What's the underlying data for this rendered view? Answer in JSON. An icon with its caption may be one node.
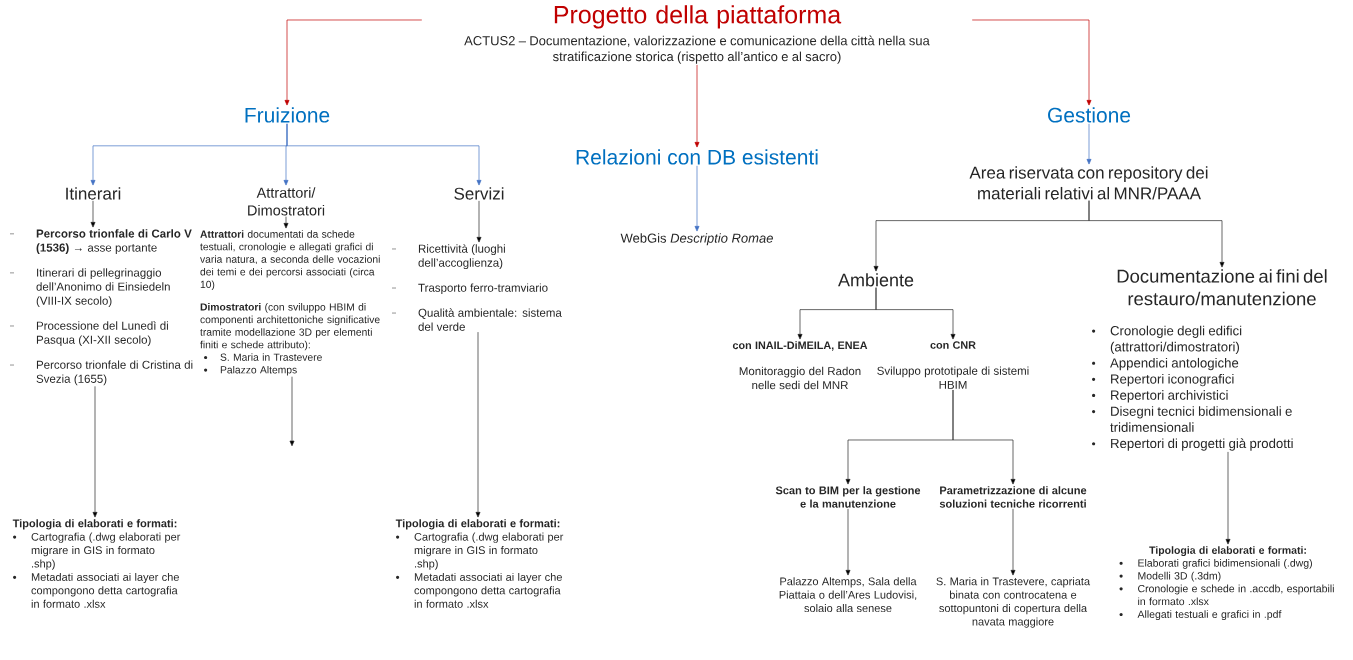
{
  "diagram": {
    "nodes": [
      {
        "text": [
          "Progetto della piattaforma",
          "ACTUS2 – Documentazione, valorizzazione e comunicazione della città nella sua stratificazione storica (rispetto all’antico e al sacro)"
        ]
      },
      {
        "text": [
          "Fruizione"
        ]
      },
      {
        "text": [
          "Relazioni con DB esistenti"
        ]
      },
      {
        "text": [
          "Gestione"
        ]
      },
      {
        "text": [
          "Itinerari"
        ]
      },
      {
        "text": [
          "Attrattori/ Dimostratori"
        ]
      },
      {
        "text": [
          "Servizi"
        ]
      },
      {
        "text": [
          "**Percorso trionfale di Carlo V (1536)** → asse portante",
          "Itinerari di pellegrinaggio dell’Anonimo di Einsiedeln (VIII-IX secolo)",
          "Processione del Lunedì di Pasqua (XI-XII secolo)",
          "Percorso trionfale di Cristina di Svezia (1655)"
        ]
      },
      {
        "text": [
          "**Attrattori** documentati da schede testuali, cronologie e allegati grafici di varia natura, a seconda delle vocazioni dei temi e dei percorsi associati (circa 10)",
          "**Dimostratori** (con sviluppo HBIM di componenti architettoniche significative tramite modellazione 3D per elementi finiti e schede attributo):",
          "S. Maria in Trastevere",
          "Palazzo Altemps"
        ]
      },
      {
        "text": [
          "Ricettività (luoghi dell’accoglienza)",
          "Trasporto ferro-tramviario",
          "Qualità ambientale: sistema del verde"
        ]
      },
      {
        "text": [
          "Tipologia di elaborati e formati:",
          "Cartografia (.dwg elaborati per migrare in GIS in formato .shp)",
          "Metadati associati ai layer che compongono detta cartografia in formato .xlsx"
        ]
      },
      {
        "text": [
          "Tipologia di elaborati e formati:",
          "Cartografia (.dwg elaborati per migrare in GIS in formato .shp)",
          "Metadati associati ai layer che compongono detta cartografia in formato .xlsx"
        ]
      },
      {
        "text": [
          "WebGis *Descriptio Romae*"
        ]
      },
      {
        "text": [
          "Area riservata con repository dei materiali relativi al MNR/PAAA"
        ]
      },
      {
        "text": [
          "Ambiente"
        ]
      },
      {
        "text": [
          "Documentazione ai fini del restauro/manutenzione",
          "Cronologie degli edifici (attrattori/dimostratori)",
          "Appendici antologiche",
          "Repertori iconografici",
          "Repertori archivistici",
          "Disegni tecnici bidimensionali e tridimensionali",
          "Repertori di progetti già prodotti"
        ]
      },
      {
        "text": [
          "con INAIL-DiMEILA, ENEA",
          "Monitoraggio del Radon nelle sedi del MNR"
        ]
      },
      {
        "text": [
          "con CNR",
          "Sviluppo prototipale di sistemi HBIM"
        ]
      },
      {
        "text": [
          "Scan to BIM per la gestione e la manutenzione"
        ]
      },
      {
        "text": [
          "Parametrizzazione di alcune soluzioni tecniche ricorrenti"
        ]
      },
      {
        "text": [
          "Palazzo Altemps, Sala della Piattaia o dell’Ares Ludovisi, solaio alla senese"
        ]
      },
      {
        "text": [
          "S. Maria in Trastevere, capriata binata con controcatena e sottopuntoni di copertura della navata maggiore"
        ]
      },
      {
        "text": [
          "Tipologia di elaborati e formati:",
          "Elaborati grafici bidimensionali (.dwg)",
          "Modelli 3D (.3dm)",
          "Cronologie e schede in .accdb, esportabili in formato .xlsx",
          "Allegati testuali e grafici in .pdf"
        ]
      }
    ],
    "edges": [
      {
        "from": 0,
        "to": 1,
        "arrow": "to",
        "color": "#c00000"
      },
      {
        "from": 0,
        "to": 3,
        "arrow": "to",
        "color": "#c00000"
      },
      {
        "from": 0,
        "to": 2,
        "arrow": "to",
        "color": "#c00000"
      },
      {
        "from": 1,
        "to": 4,
        "arrow": "to",
        "color": "#4472c4"
      },
      {
        "from": 1,
        "to": 5,
        "arrow": "to",
        "color": "#4472c4"
      },
      {
        "from": 1,
        "to": 6,
        "arrow": "to",
        "color": "#4472c4"
      },
      {
        "from": 2,
        "to": 12,
        "arrow": "to",
        "color": "#4472c4"
      },
      {
        "from": 3,
        "to": 13,
        "arrow": "to",
        "color": "#4472c4"
      },
      {
        "from": 4,
        "to": 7,
        "arrow": "to"
      },
      {
        "from": 5,
        "to": 8,
        "arrow": "to"
      },
      {
        "from": 6,
        "to": 9,
        "arrow": "to"
      },
      {
        "from": 7,
        "to": 10,
        "arrow": "to"
      },
      {
        "from": 8,
        "to": null,
        "arrow": "to"
      },
      {
        "from": 9,
        "to": 11,
        "arrow": "to"
      },
      {
        "from": 13,
        "to": 14,
        "arrow": "to"
      },
      {
        "from": 13,
        "to": 15,
        "arrow": "to"
      },
      {
        "from": 14,
        "to": 16,
        "arrow": "to"
      },
      {
        "from": 14,
        "to": 17,
        "arrow": "to"
      },
      {
        "from": 17,
        "to": 18,
        "arrow": "to"
      },
      {
        "from": 17,
        "to": 19,
        "arrow": "to"
      },
      {
        "from": 18,
        "to": 20,
        "arrow": "to"
      },
      {
        "from": 19,
        "to": 21,
        "arrow": "to"
      },
      {
        "from": 15,
        "to": 22,
        "arrow": "to"
      }
    ]
  }
}
